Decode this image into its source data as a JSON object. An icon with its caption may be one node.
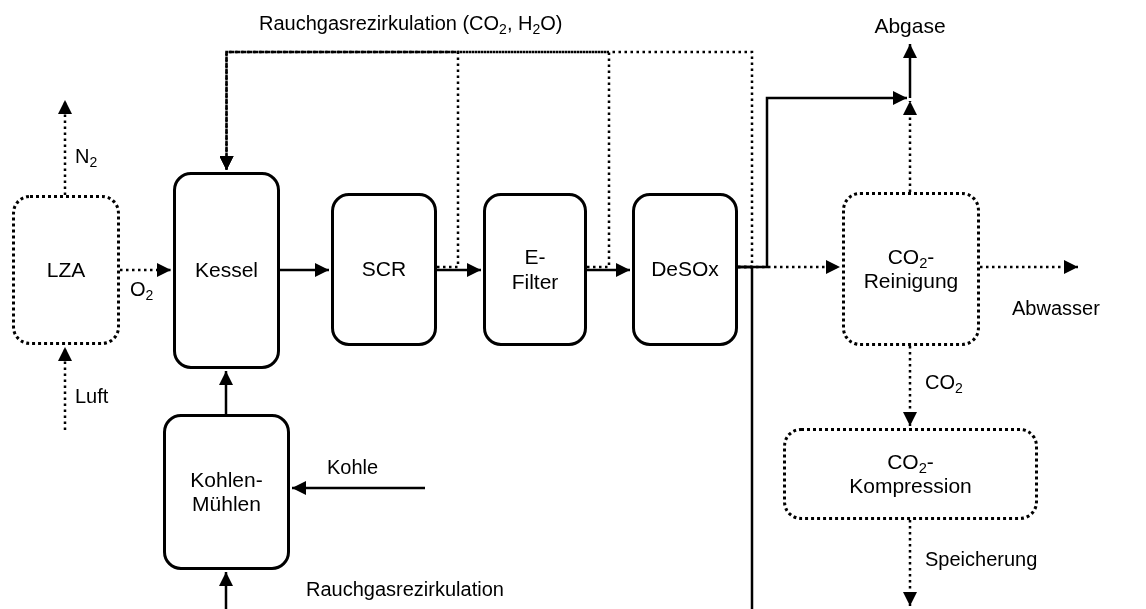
{
  "diagram": {
    "nodes": [
      {
        "text": [
          "LZA"
        ]
      },
      {
        "text": [
          "Kessel"
        ]
      },
      {
        "text": [
          "SCR"
        ]
      },
      {
        "text": [
          "E- Filter"
        ]
      },
      {
        "text": [
          "DeSOx"
        ]
      },
      {
        "text": [
          "CO$_{2}$- Reinigung"
        ]
      },
      {
        "text": [
          "CO$_{2}$- Kompression"
        ]
      },
      {
        "text": [
          "Kohlen- Mühlen"
        ]
      },
      {
        "text": [
          "Abgase"
        ]
      }
    ],
    "edges": [
      {
        "from": null,
        "to": 0,
        "arrow": "to",
        "label": "Luft",
        "style": "dashed"
      },
      {
        "from": 0,
        "to": null,
        "arrow": "to",
        "label": "N$_{2}$",
        "style": "dashed"
      },
      {
        "from": 0,
        "to": 1,
        "arrow": "to",
        "label": "O$_{2}$",
        "style": "dashed"
      },
      {
        "from": 1,
        "to": 2,
        "arrow": "to"
      },
      {
        "from": 2,
        "to": 3,
        "arrow": "to"
      },
      {
        "from": 3,
        "to": 4,
        "arrow": "to"
      },
      {
        "from": 4,
        "to": 5,
        "arrow": "to",
        "style": "dashed"
      },
      {
        "from": 5,
        "to": null,
        "arrow": "to",
        "label": "Abwasser",
        "style": "dashed"
      },
      {
        "from": 5,
        "to": 6,
        "arrow": "to",
        "label": "CO$_{2}$",
        "style": "dashed"
      },
      {
        "from": 6,
        "to": null,
        "arrow": "to",
        "label": "Speicherung",
        "style": "dashed"
      },
      {
        "from": 7,
        "to": 1,
        "arrow": "to"
      },
      {
        "from": null,
        "to": 7,
        "arrow": "to",
        "label": "Kohle"
      },
      {
        "from": null,
        "to": 7,
        "arrow": "to"
      },
      {
        "from": 4,
        "to": null,
        "arrow": "none"
      },
      {
        "from": 4,
        "to": 8,
        "arrow": "to"
      },
      {
        "from": 5,
        "to": 8,
        "arrow": "to",
        "style": "dashed"
      },
      {
        "from": 2,
        "to": 1,
        "arrow": "to",
        "style": "dashed"
      },
      {
        "from": 3,
        "to": 1,
        "arrow": "to",
        "style": "dashed"
      },
      {
        "from": 4,
        "to": 1,
        "arrow": "to",
        "style": "dashed"
      }
    ],
    "labels": [
      "Rauchgasrezirkulation (CO$_{2}$, H$_{2}$O)",
      "Rauchgasrezirkulation"
    ]
  }
}
